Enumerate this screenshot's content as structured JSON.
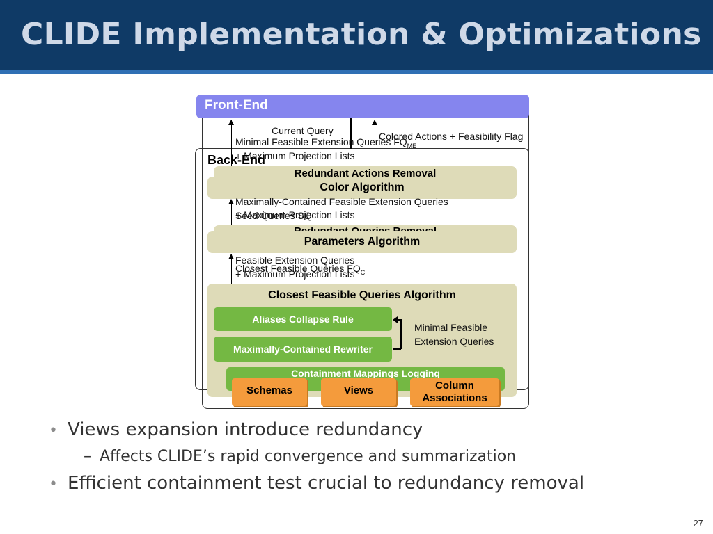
{
  "slide": {
    "title": "CLIDE Implementation & Optimizations",
    "page_number": "27"
  },
  "diagram": {
    "front_end": "Front-End",
    "back_end": "Back-End",
    "current_query": "Current Query",
    "minimal_feasible": "Minimal Feasible Extension Queries FQ",
    "minimal_feasible_sub": "ME",
    "max_projection_1": "+ Maximum Projection Lists",
    "colored_actions": "Colored Actions + Feasibility Flag",
    "redundant_actions": "Redundant Actions Removal",
    "color_algorithm": "Color Algorithm",
    "max_contained": "Maximally-Contained Feasible Extension Queries",
    "seed_queries": "Seed Queries SQ",
    "max_projection_2": "+ Maximum Projection Lists",
    "redundant_queries": "Redundant Queries Removal",
    "parameters_algorithm": "Parameters Algorithm",
    "feasible_ext": "Feasible Extension Queries",
    "closest_feasible": "Closest Feasible Queries FQ",
    "closest_feasible_sub": "C",
    "max_projection_3": "+ Maximum Projection Lists",
    "closest_algorithm": "Closest Feasible Queries Algorithm",
    "aliases_collapse": "Aliases Collapse Rule",
    "max_rewriter": "Maximally-Contained Rewriter",
    "minimal_feasible_note_1": "Minimal Feasible",
    "minimal_feasible_note_2": "Extension Queries",
    "containment_logging": "Containment Mappings Logging",
    "schemas": "Schemas",
    "views": "Views",
    "column_assoc_1": "Column",
    "column_assoc_2": "Associations"
  },
  "bullets": [
    {
      "text": "Views expansion introduce redundancy"
    },
    {
      "text": "Affects CLIDE’s rapid convergence and summarization"
    },
    {
      "text": "Efficient containment test crucial to redundancy removal"
    }
  ],
  "colors": {
    "title_bar": "#0f3a66",
    "front_end": "#8585ee",
    "tan_box": "#dedbb8",
    "green_box": "#74b843",
    "orange_box": "#f49b3c"
  }
}
